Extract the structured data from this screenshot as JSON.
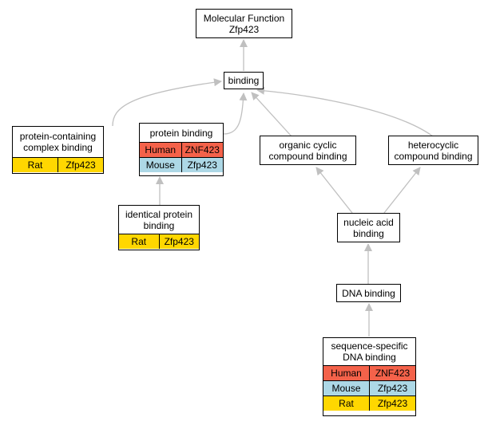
{
  "nodes": {
    "mf": {
      "label": "Molecular Function\nZfp423"
    },
    "binding": {
      "label": "binding"
    },
    "pcc": {
      "label": "protein-containing\ncomplex binding",
      "rows": [
        {
          "species": "Rat",
          "gene": "Zfp423"
        }
      ]
    },
    "protein": {
      "label": "protein binding",
      "rows": [
        {
          "species": "Human",
          "gene": "ZNF423"
        },
        {
          "species": "Mouse",
          "gene": "Zfp423"
        }
      ]
    },
    "organic": {
      "label": "organic cyclic\ncompound binding"
    },
    "hetero": {
      "label": "heterocyclic\ncompound binding"
    },
    "identical": {
      "label": "identical protein\nbinding",
      "rows": [
        {
          "species": "Rat",
          "gene": "Zfp423"
        }
      ]
    },
    "nucleic": {
      "label": "nucleic acid\nbinding"
    },
    "dna": {
      "label": "DNA binding"
    },
    "seq": {
      "label": "sequence-specific\nDNA binding",
      "rows": [
        {
          "species": "Human",
          "gene": "ZNF423"
        },
        {
          "species": "Mouse",
          "gene": "Zfp423"
        },
        {
          "species": "Rat",
          "gene": "Zfp423"
        }
      ]
    }
  },
  "colors": {
    "Human": "#f4624a",
    "Mouse": "#add8e6",
    "Rat": "#ffd700",
    "edge": "#c0c0c0"
  }
}
